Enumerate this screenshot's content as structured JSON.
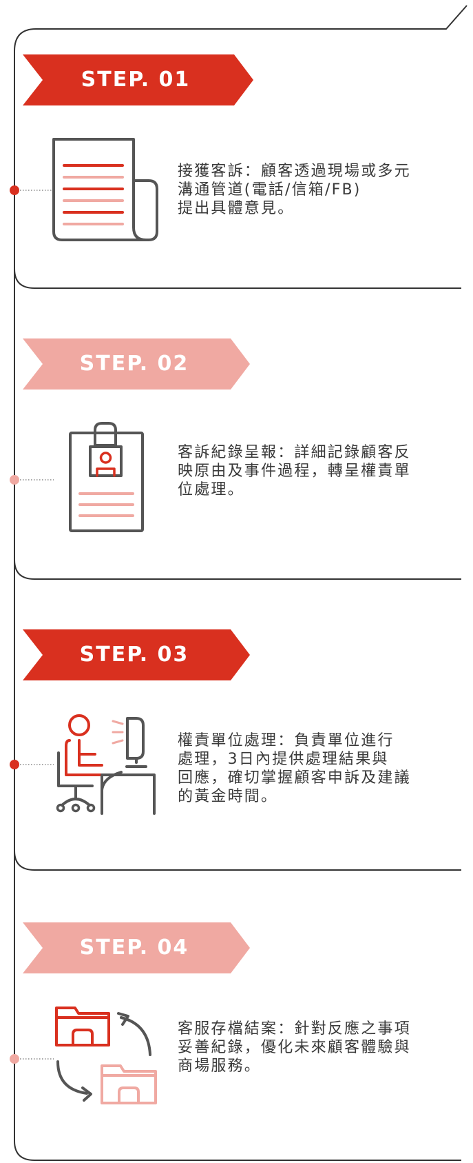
{
  "colors": {
    "primary_red": "#d9301f",
    "light_red": "#f0a9a2",
    "line": "#333333",
    "icon_gray": "#555555"
  },
  "steps": [
    {
      "label": "STEP. 01",
      "description": "接獲客訴：顧客透過現場或多元\n溝通管道(電話/信箱/FB)\n提出具體意見。",
      "icon": "document-list-icon",
      "color": "#d9301f"
    },
    {
      "label": "STEP. 02",
      "description": "客訴紀錄呈報：詳細記錄顧客反\n映原由及事件過程，轉呈權責單\n位處理。",
      "icon": "clipboard-id-icon",
      "color": "#f0a9a2"
    },
    {
      "label": "STEP. 03",
      "description": "權責單位處理：負責單位進行\n處理，3日內提供處理結果與\n回應，確切掌握顧客申訴及建議\n的黃金時間。",
      "icon": "person-at-computer-icon",
      "color": "#d9301f"
    },
    {
      "label": "STEP. 04",
      "description": "客服存檔結案：針對反應之事項\n妥善紀錄，優化未來顧客體驗與\n商場服務。",
      "icon": "folder-sync-icon",
      "color": "#f0a9a2"
    }
  ]
}
